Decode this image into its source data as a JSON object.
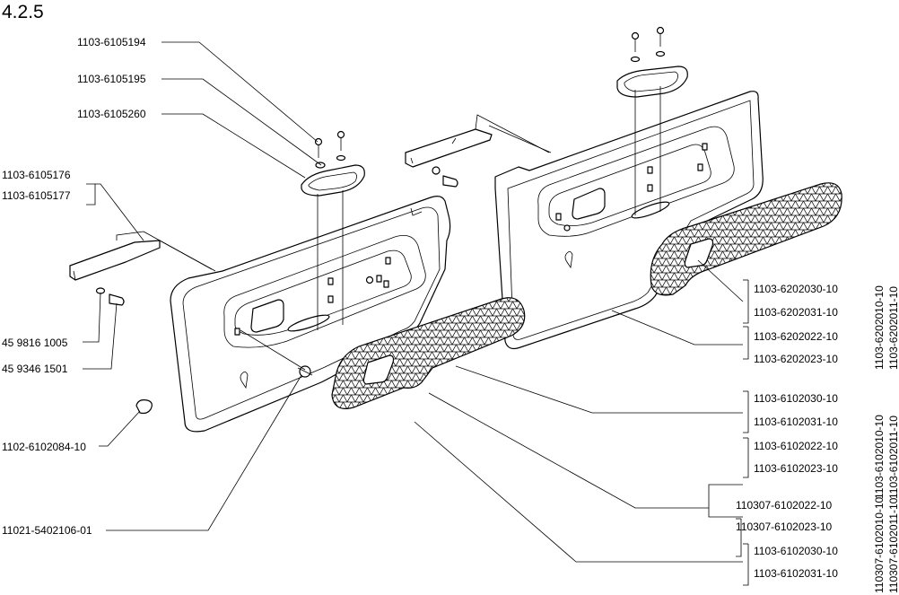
{
  "section_number": "4.2.5",
  "callouts_left": {
    "screw": "1103-6105194",
    "washer": "1103-6105195",
    "handle_cup": "1103-6105260",
    "bracket_a": "1103-6105176",
    "bracket_b": "1103-6105177",
    "washer_small": "45 9816 1005",
    "bolt": "45 9346 1501",
    "clip": "1102-6102084-10",
    "retainer": "11021-5402106-01"
  },
  "callouts_right": {
    "rear_1": "1103-6202030-10",
    "rear_2": "1103-6202031-10",
    "rear_3": "1103-6202022-10",
    "rear_4": "1103-6202023-10",
    "front_1": "1103-6102030-10",
    "front_2": "1103-6102031-10",
    "front_3": "1103-6102022-10",
    "front_4": "1103-6102023-10",
    "alt_1": "110307-6102022-10",
    "alt_2": "110307-6102023-10",
    "alt_3": "1103-6102030-10",
    "alt_4": "1103-6102031-10"
  },
  "assembly_labels": {
    "rear_a": "1103-6202010-10",
    "rear_b": "1103-6202011-10",
    "front_a": "1103-6102010-10",
    "front_b": "1103-6102011-10",
    "alt_a": "110307-6102010-10",
    "alt_b": "110307-6102011-10"
  }
}
